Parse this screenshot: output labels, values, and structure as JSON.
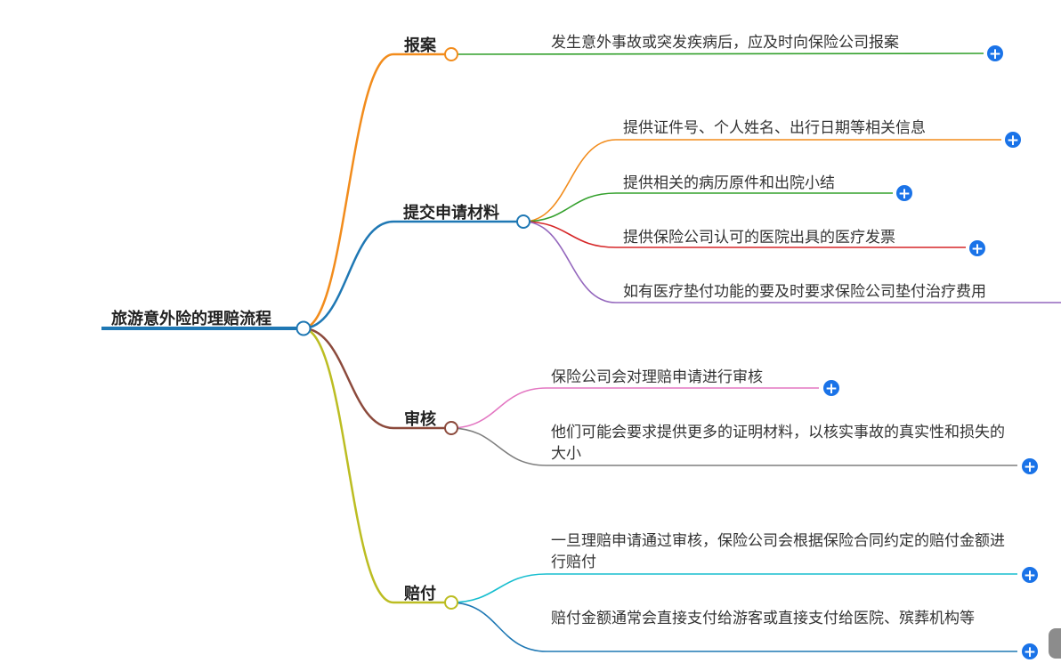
{
  "root": {
    "label": "旅游意外险的理赔流程"
  },
  "branches": [
    {
      "label": "报案",
      "color": "#f28c1c",
      "children": [
        {
          "text": "发生意外事故或突发疾病后，应及时向保险公司报案",
          "color": "#33a02c",
          "expand": "+"
        }
      ]
    },
    {
      "label": "提交申请材料",
      "color": "#1f78b4",
      "children": [
        {
          "text": "提供证件号、个人姓名、出行日期等相关信息",
          "color": "#f28c1c",
          "expand": "+"
        },
        {
          "text": "提供相关的病历原件和出院小结",
          "color": "#33a02c",
          "expand": "+"
        },
        {
          "text": "提供保险公司认可的医院出具的医疗发票",
          "color": "#d62728",
          "expand": "+"
        },
        {
          "text": "如有医疗垫付功能的要及时要求保险公司垫付治疗费用",
          "color": "#9467bd"
        }
      ]
    },
    {
      "label": "审核",
      "color": "#8c4a3c",
      "children": [
        {
          "text": "保险公司会对理赔申请进行审核",
          "color": "#e377c2",
          "expand": "+"
        },
        {
          "text": "他们可能会要求提供更多的证明材料，以核实事故的真实性和损失的大小",
          "color": "#7f7f7f",
          "expand": "+"
        }
      ]
    },
    {
      "label": "赔付",
      "color": "#bcbd22",
      "children": [
        {
          "text": "一旦理赔申请通过审核，保险公司会根据保险合同约定的赔付金额进行赔付",
          "color": "#17becf",
          "expand": "+"
        },
        {
          "text": "赔付金额通常会直接支付给游客或直接支付给医院、殡葬机构等",
          "color": "#1f78b4",
          "expand": "+"
        }
      ]
    }
  ],
  "colors": {
    "root_line": "#1f78b4",
    "expand_button": "#1a73e8",
    "text": "#333333"
  }
}
